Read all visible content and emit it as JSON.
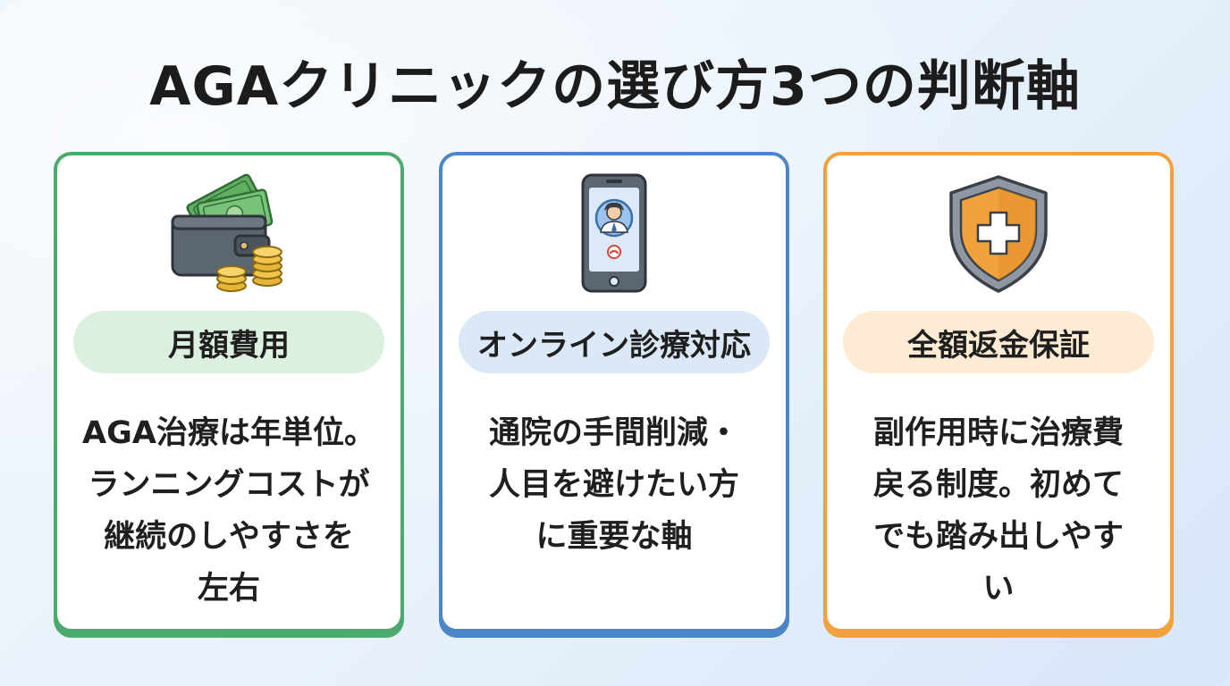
{
  "title": "AGAクリニックの選び方3つの判断軸",
  "cards": [
    {
      "icon": "wallet-money-icon",
      "label": "月額費用",
      "lines": [
        "AGA治療は年単位。",
        "ランニングコストが",
        "継続のしやすさを",
        "左右"
      ],
      "accent": "#4daa6e"
    },
    {
      "icon": "smartphone-video-call-icon",
      "label": "オンライン診療対応",
      "lines": [
        "通院の手間削減・",
        "人目を避けたい方",
        "に重要な軸"
      ],
      "accent": "#4a86c8"
    },
    {
      "icon": "shield-cross-icon",
      "label": "全額返金保証",
      "lines": [
        "副作用時に治療費",
        "戻る制度。初めて",
        "でも踏み出しやす",
        "い"
      ],
      "accent": "#f2a23c"
    }
  ]
}
